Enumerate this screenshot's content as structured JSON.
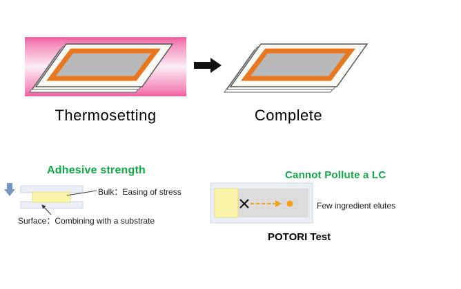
{
  "top": {
    "left_label": "Thermosetting",
    "right_label": "Complete"
  },
  "adhesive": {
    "title": "Adhesive strength",
    "bulk_label": "Bulk：Easing of stress",
    "surface_label": "Surface：Combining with a substrate"
  },
  "pollution": {
    "title": "Cannot Pollute a LC",
    "note": "Few ingredient elutes",
    "test_label": "POTORI Test"
  },
  "icons": {
    "right_arrow": "right-arrow between thermosetting and complete panels",
    "down_arrow": "blue pressure arrow",
    "x_mark": "blocked elution cross",
    "elute_arrow": "dashed orange elution arrow with dot"
  },
  "colors": {
    "title_green": "#0ea844",
    "panel_frame_orange": "#e87820",
    "panel_inner_gray": "#b9b9b9",
    "heat_pink": "#ee5f9e",
    "sealant_yellow": "#f8f3a6",
    "substrate_pale_blue": "#e9eff5",
    "lc_gray": "#dcdcdc",
    "elute_orange": "#f2a11a",
    "pressure_arrow_blue": "#7396c2",
    "arrow_black": "#111111"
  }
}
